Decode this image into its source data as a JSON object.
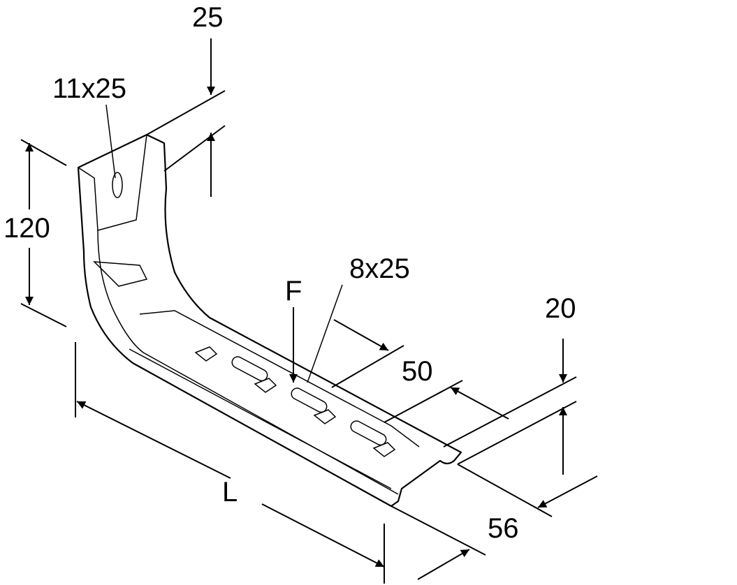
{
  "drawing": {
    "labels": {
      "top_width": "25",
      "slot_upper": "11x25",
      "height": "120",
      "force": "F",
      "slot_lower": "8x25",
      "flange": "20",
      "spacing": "50",
      "depth": "56",
      "length": "L"
    },
    "colors": {
      "line": "#000000",
      "background": "#ffffff"
    }
  }
}
